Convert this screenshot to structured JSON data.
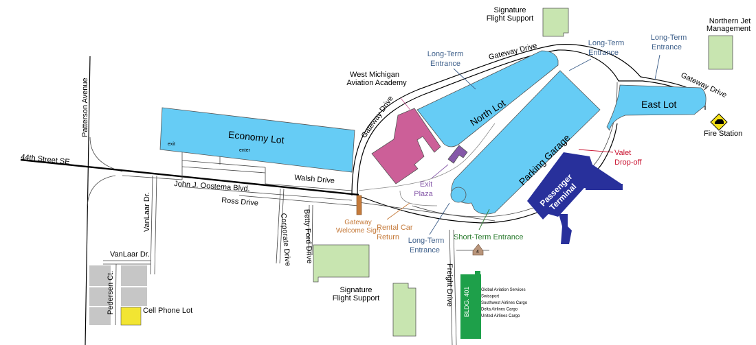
{
  "colors": {
    "lot_blue": "#66ccf5",
    "green_area": "#c8e5b0",
    "academy_pink": "#cc5f98",
    "exit_plaza_purple": "#8558a8",
    "terminal_navy": "#28309b",
    "gateway_sign_orange": "#c57a3a",
    "valet_red": "#c8102e",
    "long_term_blue": "#3d5f8a",
    "short_term_green": "#2e7d32",
    "bldg_401_green": "#1ea04a",
    "cell_phone_yellow": "#f2e532",
    "gray_lot": "#c6c6c6",
    "fire_station_sign": "#f6e21a"
  },
  "lots": {
    "economy": "Economy Lot",
    "economy_exit": "exit",
    "economy_enter": "enter",
    "north": "North Lot",
    "east": "East Lot",
    "garage": "Parking Garage",
    "cell_phone": "Cell Phone Lot"
  },
  "roads": {
    "patterson": "Patterson Avenue",
    "street_44th": "44th Street SE",
    "oostema": "John J. Oostema Blvd.",
    "walsh": "Walsh Drive",
    "ross": "Ross Drive",
    "vanlaar_1": "VanLaar Dr.",
    "vanlaar_2": "VanLaar Dr.",
    "pedersen": "Pedersen Ct.",
    "corporate": "Corporate Drive",
    "betty_ford": "Betty Ford Drive",
    "gateway_left": "Gateway Drive",
    "gateway_top": "Gateway Drive",
    "gateway_right": "Gateway Drive",
    "freight": "Freight Drive"
  },
  "labels": {
    "signature_top": [
      "Signature",
      "Flight Support"
    ],
    "signature_bottom": [
      "Signature",
      "Flight Support"
    ],
    "northern_jet": [
      "Northern Jet",
      "Management"
    ],
    "academy": [
      "West Michigan",
      "Aviation Academy"
    ],
    "long_term_1": [
      "Long-Term",
      "Entrance"
    ],
    "long_term_2": [
      "Long-Term",
      "Entrance"
    ],
    "long_term_3": [
      "Long-Term",
      "Entrance"
    ],
    "long_term_4": [
      "Long-Term",
      "Entrance"
    ],
    "short_term": "Short-Term Entrance",
    "valet": [
      "Valet",
      "Drop-off"
    ],
    "exit_plaza": [
      "Exit",
      "Plaza"
    ],
    "rental_car": [
      "Rental Car",
      "Return"
    ],
    "gateway_sign": [
      "Gateway",
      "Welcome Sign"
    ],
    "terminal": [
      "Passenger",
      "Terminal"
    ],
    "fire_station": "Fire Station",
    "bldg_401": "BLDG. 401",
    "route_shield": "4",
    "cargo": [
      "Global Aviation Services",
      "Swissport",
      "Southwest Airlines Cargo",
      "Delta Airlines Cargo",
      "United Airlines Cargo"
    ]
  }
}
